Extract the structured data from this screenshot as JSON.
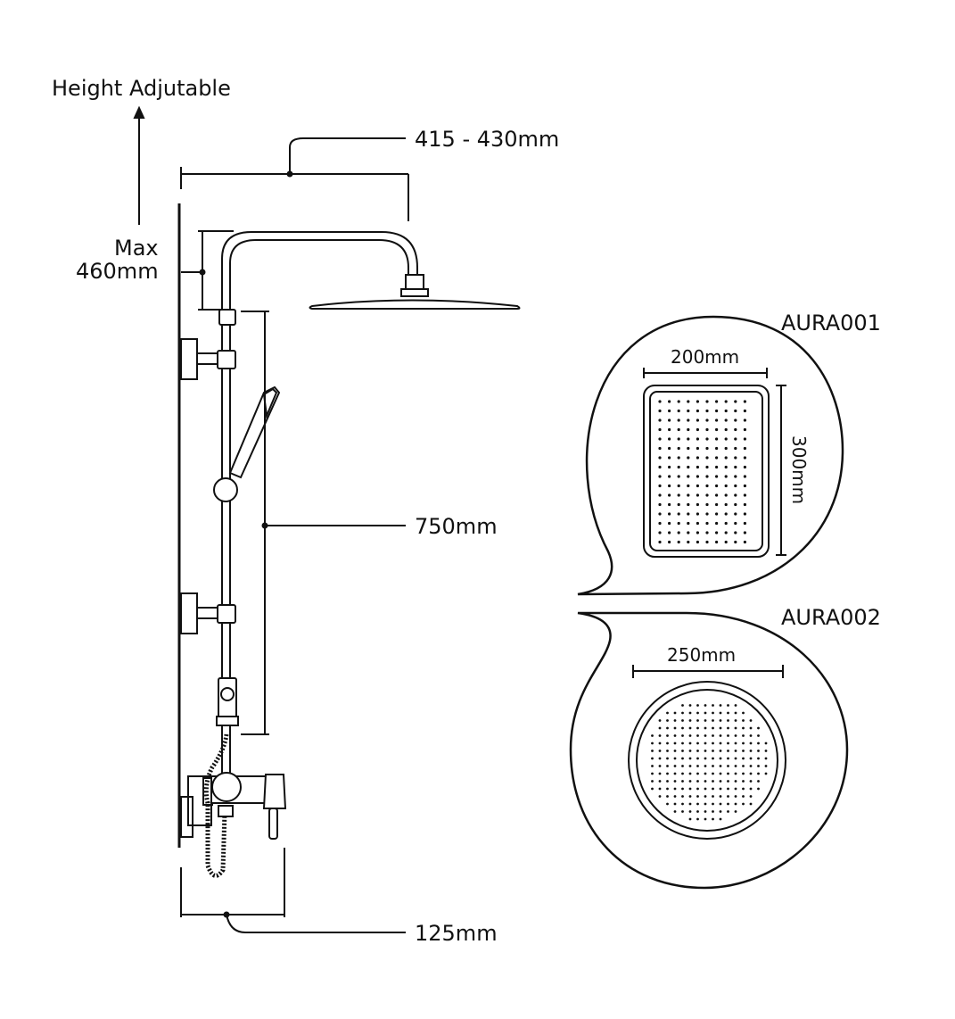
{
  "labels": {
    "height_adjustable": "Height Adjutable",
    "arm_reach": "415 - 430mm",
    "max_label": "Max",
    "max_value": "460mm",
    "rail_length": "750mm",
    "mixer_projection": "125mm"
  },
  "models": [
    {
      "code": "AURA001",
      "width": "200mm",
      "height": "300mm",
      "shape": "rectangle"
    },
    {
      "code": "AURA002",
      "diameter": "250mm",
      "shape": "round"
    }
  ],
  "colors": {
    "line": "#111111",
    "background": "#ffffff"
  }
}
